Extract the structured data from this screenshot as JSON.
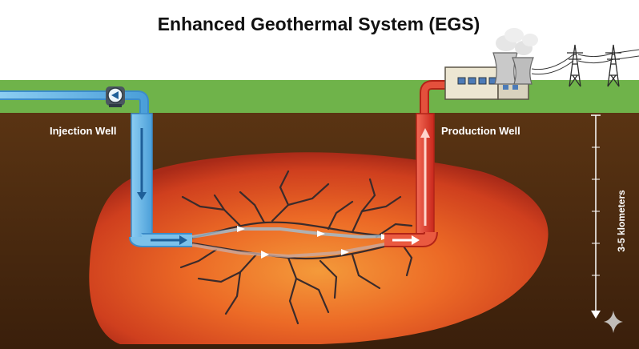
{
  "title": "Enhanced Geothermal System (EGS)",
  "labels": {
    "injection_well": "Injection Well",
    "production_well": "Production Well",
    "depth": "3-5 klometers"
  },
  "colors": {
    "sky": "#ffffff",
    "grass": "#6fb34a",
    "soil_top": "#5a3413",
    "soil_bottom": "#3a1f0b",
    "reservoir_hot": "#f07a2a",
    "reservoir_edge": "#b92d1c",
    "cold_pipe": "#6ab4e6",
    "hot_pipe": "#e23b2a",
    "fracture": "#3a2a2a"
  },
  "icons": [
    "pump-icon",
    "power-plant-icon",
    "cooling-tower-icon",
    "transmission-tower-icon",
    "sparkle-icon",
    "arrow-down-icon"
  ]
}
